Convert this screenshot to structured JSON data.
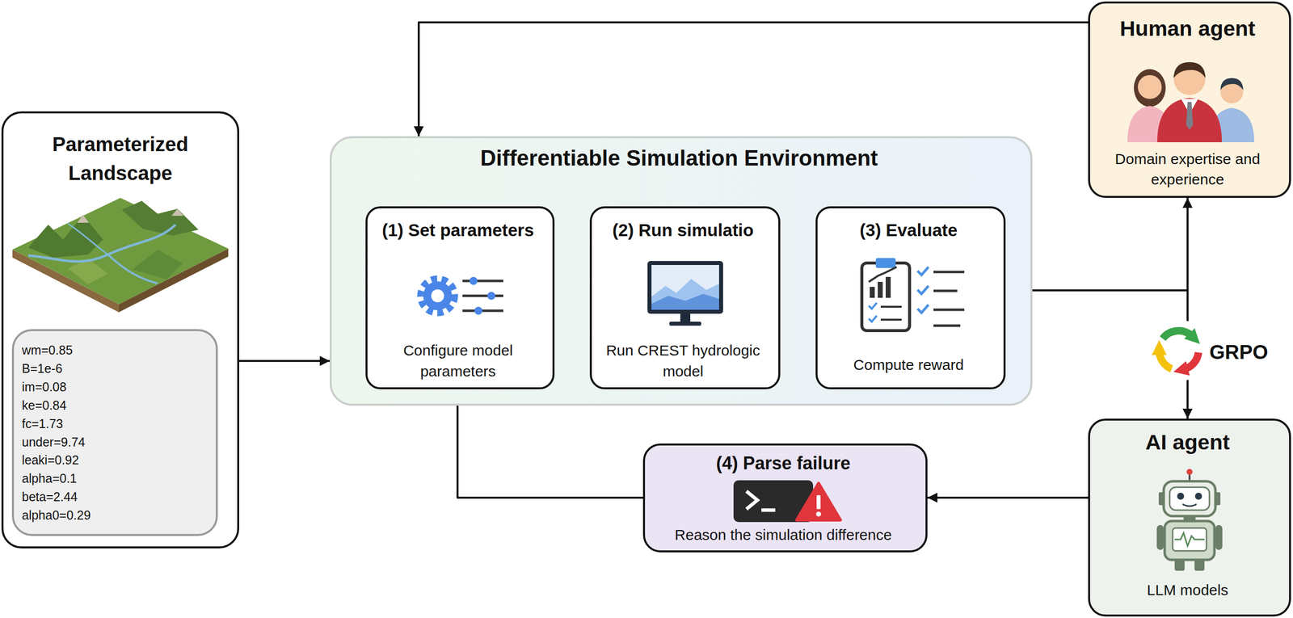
{
  "diagram": {
    "nodes": [
      {
        "text": [
          "Parameterized Landscape"
        ]
      },
      {
        "text": [
          "wm=0.85",
          "B=1e-6",
          "im=0.08",
          "ke=0.84",
          "fc=1.73",
          "under=9.74",
          "leaki=0.92",
          "alpha=0.1",
          "beta=2.44",
          "alpha0=0.29"
        ],
        "in": 0
      },
      {
        "text": [
          "Differentiable Simulation Environment"
        ]
      },
      {
        "text": [
          "(1) Set parameters",
          "Configure model parameters"
        ],
        "in": 2
      },
      {
        "text": [
          "(2) Run simulatio",
          "Run CREST hydrologic model"
        ],
        "in": 2
      },
      {
        "text": [
          "(3) Evaluate",
          "Compute reward"
        ],
        "in": 2
      },
      {
        "text": [
          "Human agent",
          "Domain expertise and experience"
        ]
      },
      {
        "text": [
          "AI agent",
          "LLM models"
        ]
      },
      {
        "text": [
          "(4) Parse failure",
          "Reason the simulation difference"
        ]
      }
    ],
    "edges": [
      {
        "from": 0,
        "to": 2,
        "arrow": "to"
      },
      {
        "from": 6,
        "to": 2,
        "arrow": "to"
      },
      {
        "from": 2,
        "to": 6,
        "arrow": "to"
      },
      {
        "from": 2,
        "to": 7,
        "arrow": "to"
      },
      {
        "from": 7,
        "to": 8,
        "arrow": "to"
      },
      {
        "from": 8,
        "to": 3,
        "arrow": "to"
      }
    ],
    "labels": [
      "GRPO"
    ]
  }
}
